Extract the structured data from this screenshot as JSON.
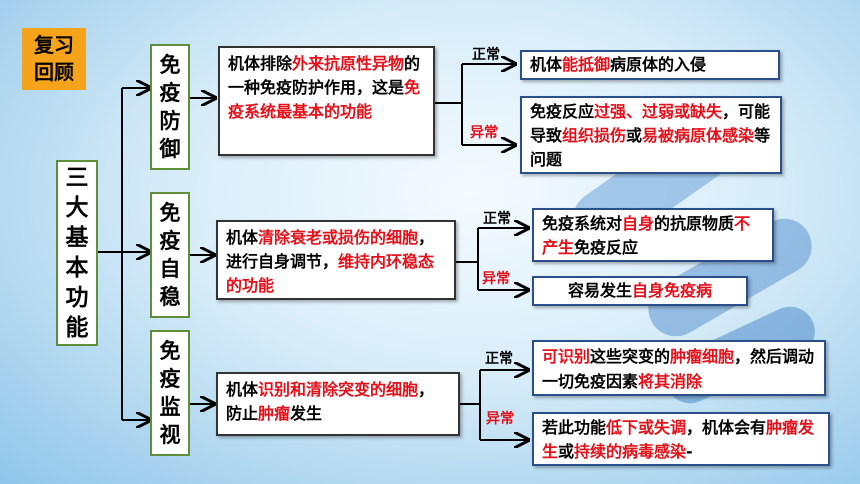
{
  "review_badge": {
    "line1": "复习",
    "line2": "回顾"
  },
  "root": {
    "chars": [
      "三",
      "大",
      "基",
      "本",
      "功",
      "能"
    ]
  },
  "functions": [
    {
      "title_chars": [
        "免",
        "疫",
        "防",
        "御"
      ],
      "desc": [
        {
          "t": "机体排除",
          "c": "k"
        },
        {
          "t": "外来抗原性异物",
          "c": "r"
        },
        {
          "t": "的一种免疫防护作用，这是",
          "c": "k"
        },
        {
          "t": "免疫系统最基本的功能",
          "c": "r"
        }
      ],
      "normal_label": "正常",
      "normal_text": [
        {
          "t": "机体",
          "c": "k"
        },
        {
          "t": "能抵御",
          "c": "r"
        },
        {
          "t": "病原体的入侵",
          "c": "k"
        }
      ],
      "abnormal_label": "异常",
      "abnormal_text": [
        {
          "t": "免疫反应",
          "c": "k"
        },
        {
          "t": "过强、过弱或缺失",
          "c": "r"
        },
        {
          "t": "，可能导致",
          "c": "k"
        },
        {
          "t": "组织损伤",
          "c": "r"
        },
        {
          "t": "或",
          "c": "k"
        },
        {
          "t": "易被病原体感染",
          "c": "r"
        },
        {
          "t": "等问题",
          "c": "k"
        }
      ]
    },
    {
      "title_chars": [
        "免",
        "疫",
        "自",
        "稳"
      ],
      "desc": [
        {
          "t": "机体",
          "c": "k"
        },
        {
          "t": "清除衰老或损伤的细胞",
          "c": "r"
        },
        {
          "t": "，进行自身调节，",
          "c": "k"
        },
        {
          "t": "维持内环稳态的功能",
          "c": "r"
        }
      ],
      "normal_label": "正常",
      "normal_text": [
        {
          "t": "免疫系统对",
          "c": "k"
        },
        {
          "t": "自身",
          "c": "r"
        },
        {
          "t": "的抗原物质",
          "c": "k"
        },
        {
          "t": "不产生",
          "c": "r"
        },
        {
          "t": "免疫反应",
          "c": "k"
        }
      ],
      "abnormal_label": "异常",
      "abnormal_text": [
        {
          "t": "容易发生",
          "c": "k"
        },
        {
          "t": "自身免疫病",
          "c": "r"
        }
      ]
    },
    {
      "title_chars": [
        "免",
        "疫",
        "监",
        "视"
      ],
      "desc": [
        {
          "t": "机体",
          "c": "k"
        },
        {
          "t": "识别和清除突变的细胞",
          "c": "r"
        },
        {
          "t": "，防止",
          "c": "k"
        },
        {
          "t": "肿瘤",
          "c": "r"
        },
        {
          "t": "发生",
          "c": "k"
        }
      ],
      "normal_label": "正常",
      "normal_text": [
        {
          "t": "可识别",
          "c": "r"
        },
        {
          "t": "这些突变的",
          "c": "k"
        },
        {
          "t": "肿瘤细胞",
          "c": "r"
        },
        {
          "t": "，然后调动一切免疫因素",
          "c": "k"
        },
        {
          "t": "将其消除",
          "c": "r"
        }
      ],
      "abnormal_label": "异常",
      "abnormal_text": [
        {
          "t": "若此功能",
          "c": "k"
        },
        {
          "t": "低下或失调",
          "c": "r"
        },
        {
          "t": "，机体会有",
          "c": "k"
        },
        {
          "t": "肿瘤发生",
          "c": "r"
        },
        {
          "t": "或",
          "c": "k"
        },
        {
          "t": "持续的病毒感染",
          "c": "r"
        },
        {
          "t": "-",
          "c": "k"
        }
      ]
    }
  ],
  "colors": {
    "accent_red": "#e4101a",
    "badge_orange": "#f5a31a",
    "border_blue": "#2a4f8a",
    "border_green": "#5f8f3a"
  }
}
